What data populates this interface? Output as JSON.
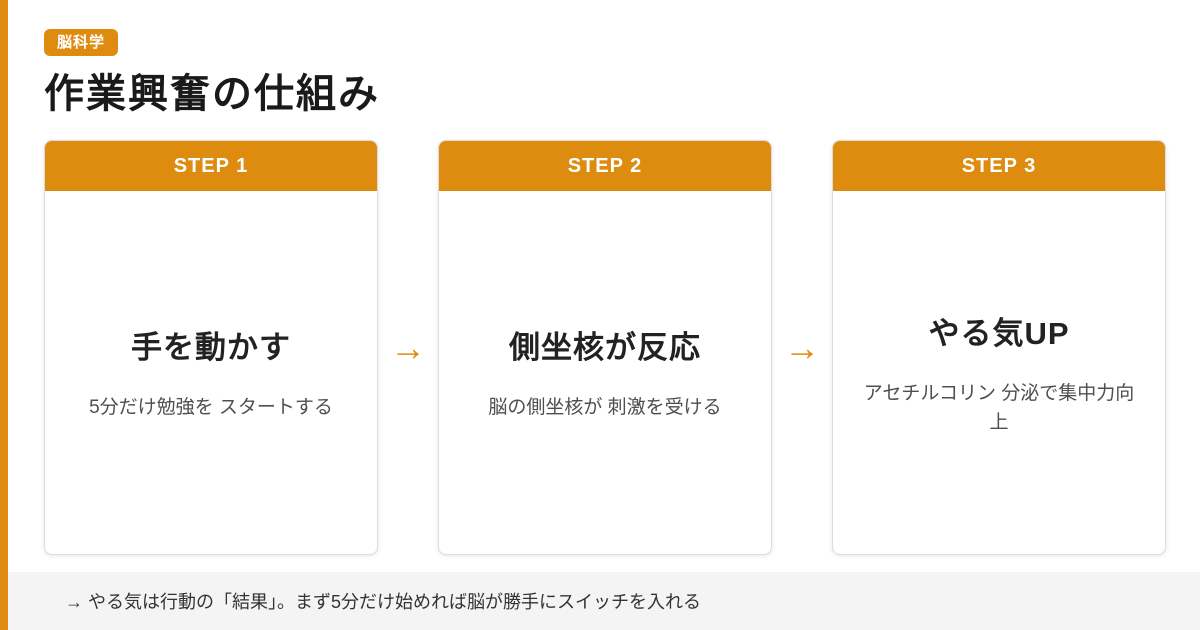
{
  "header": {
    "badge": "脳科学",
    "title": "作業興奮の仕組み"
  },
  "steps": [
    {
      "step_label": "STEP 1",
      "title": "手を動かす",
      "description": "5分だけ勉強を スタートする"
    },
    {
      "step_label": "STEP 2",
      "title": "側坐核が反応",
      "description": "脳の側坐核が 刺激を受ける"
    },
    {
      "step_label": "STEP 3",
      "title": "やる気UP",
      "description": "アセチルコリン 分泌で集中力向上"
    }
  ],
  "arrow_glyph": "→",
  "footer": {
    "note": "→ やる気は行動の「結果」。まず5分だけ始めれば脳が勝手にスイッチを入れる"
  },
  "colors": {
    "accent": "#DD8C0F",
    "title_text": "#1a1a1a",
    "description_text": "#4f4f4f",
    "footer_bg": "#f4f4f4",
    "card_border": "#dcdcdc"
  }
}
